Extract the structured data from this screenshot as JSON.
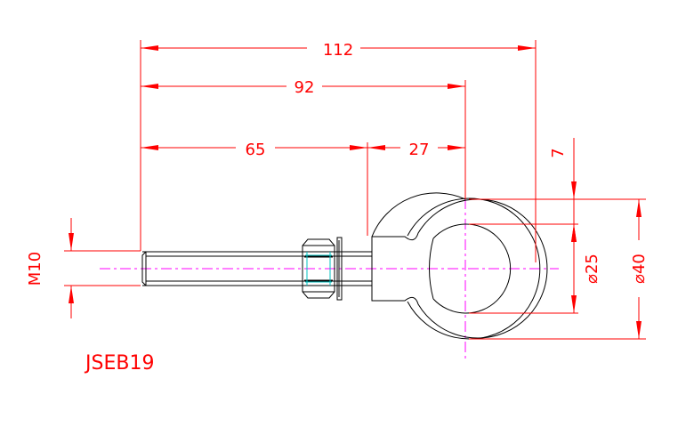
{
  "part_number": "JSEB19",
  "dimensions": {
    "overall_length": "112",
    "to_eye_center": "92",
    "thread_length": "65",
    "shoulder_to_center": "27",
    "offset": "7",
    "inner_diameter": "⌀25",
    "outer_diameter": "⌀40",
    "thread_size": "M10"
  },
  "colors": {
    "dimension": "#ff0000",
    "object": "#000000",
    "centerline": "#ff00ff",
    "nut_highlight": "#00c0c0"
  }
}
